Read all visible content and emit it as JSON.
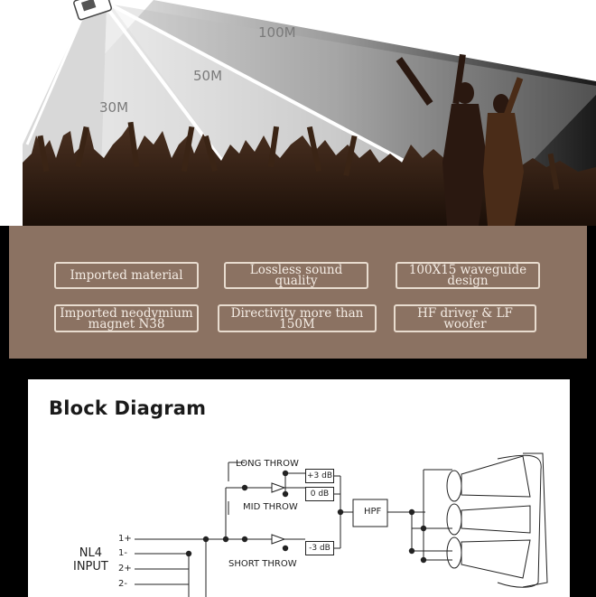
{
  "hero": {
    "distances": [
      "30M",
      "50M",
      "100M"
    ]
  },
  "features": [
    "Imported material",
    "Lossless sound quality",
    "100X15 waveguide design",
    "Imported neodymium magnet N38",
    "Directivity more than 150M",
    "HF driver & LF woofer"
  ],
  "block_diagram": {
    "title": "Block Diagram",
    "input_label": [
      "NL4",
      "INPUT"
    ],
    "pins": [
      "1+",
      "1-",
      "2+",
      "2-"
    ],
    "throw_labels": {
      "long": "LONG THROW",
      "mid": "MID THROW",
      "short": "SHORT THROW"
    },
    "gains": [
      "+3 dB",
      "0 dB",
      "-3 dB"
    ],
    "filter": "HPF",
    "colors": {
      "panel": "#8b7262",
      "border": "#e8dccf"
    }
  }
}
